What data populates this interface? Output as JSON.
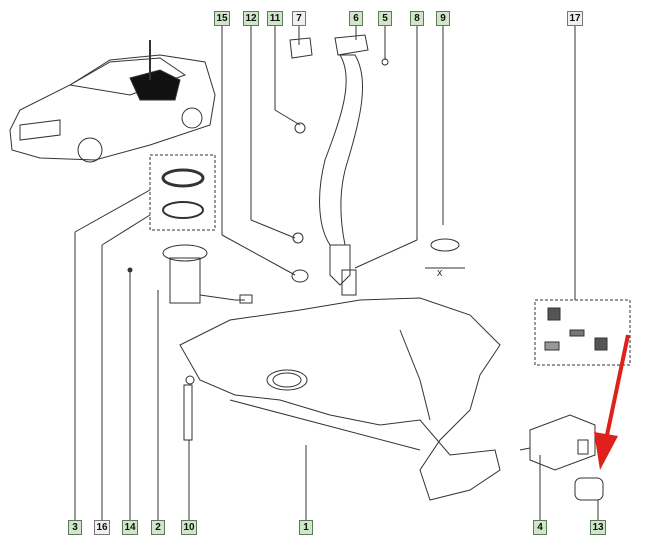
{
  "diagram": {
    "top_labels": [
      {
        "id": "15",
        "style": "green"
      },
      {
        "id": "12",
        "style": "green"
      },
      {
        "id": "11",
        "style": "green"
      },
      {
        "id": "7",
        "style": "grey"
      },
      {
        "id": "6",
        "style": "green"
      },
      {
        "id": "5",
        "style": "green"
      },
      {
        "id": "8",
        "style": "green"
      },
      {
        "id": "9",
        "style": "green"
      },
      {
        "id": "17",
        "style": "grey"
      }
    ],
    "bottom_labels": [
      {
        "id": "3",
        "style": "green"
      },
      {
        "id": "16",
        "style": "grey"
      },
      {
        "id": "14",
        "style": "green"
      },
      {
        "id": "2",
        "style": "green"
      },
      {
        "id": "10",
        "style": "green"
      },
      {
        "id": "1",
        "style": "green"
      },
      {
        "id": "4",
        "style": "green"
      },
      {
        "id": "13",
        "style": "green"
      }
    ],
    "dimension_label": "X",
    "colors": {
      "arrow": "#e0201a",
      "label_green": "#cfe6c8",
      "label_grey": "#f0f0f0",
      "line": "#333333"
    }
  }
}
